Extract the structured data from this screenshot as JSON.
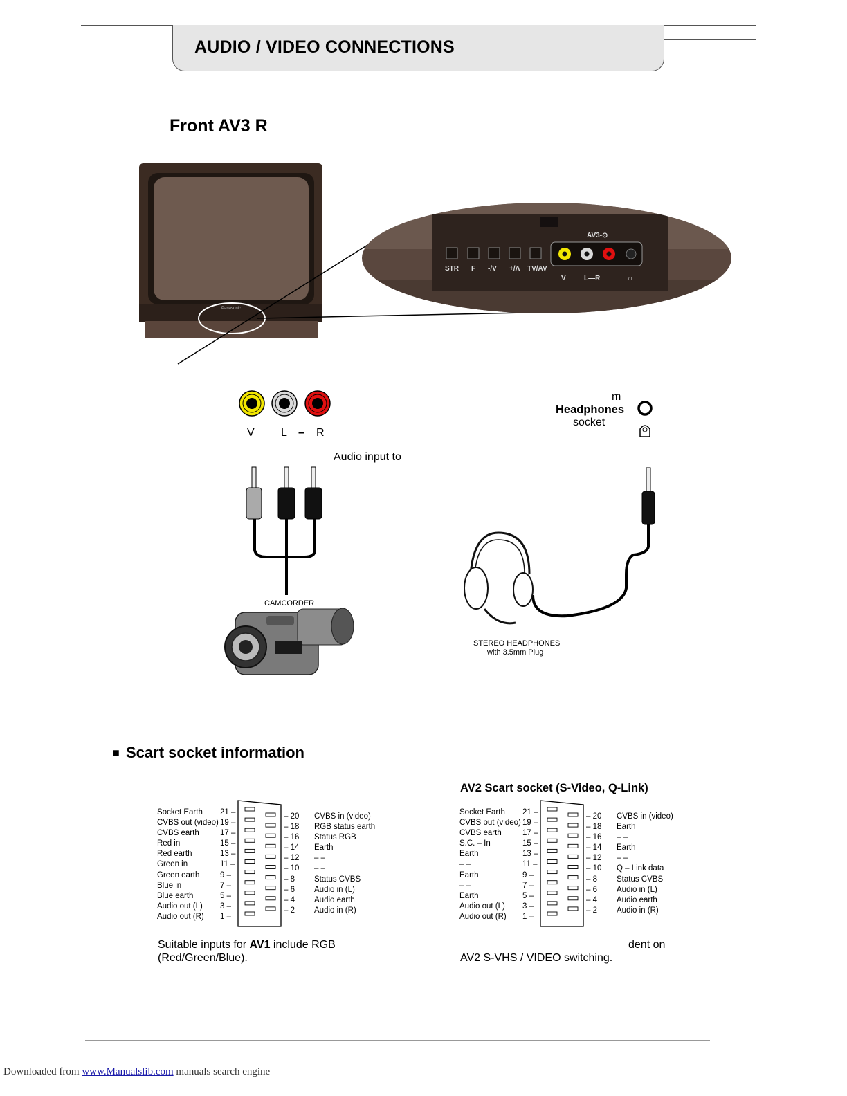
{
  "header": {
    "title": "AUDIO / VIDEO CONNECTIONS"
  },
  "front": {
    "title": "Front AV3 R",
    "panel_buttons": [
      "STR",
      "F",
      "-/V",
      "+/Λ",
      "TV/AV"
    ],
    "panel_label": "AV3-⊙",
    "panel_jacks": [
      "V",
      "L—R",
      "∩"
    ],
    "jack_labels": {
      "v": "V",
      "l": "L",
      "dash": "–",
      "r": "R"
    },
    "headphones_m": "m",
    "headphones_title": "Headphones",
    "headphones_socket": "socket",
    "audio_input": "Audio input to",
    "camcorder": "CAMCORDER",
    "stereo_headphones": "STEREO HEADPHONES",
    "plug": "with 3.5mm Plug"
  },
  "scart": {
    "title": "Scart socket information",
    "bullet": "■",
    "av1": {
      "left_labels": [
        "Socket Earth",
        "CVBS out (video)",
        "CVBS earth",
        "Red in",
        "Red earth",
        "Green in",
        "Green earth",
        "Blue in",
        "Blue earth",
        "Audio out (L)",
        "Audio out (R)"
      ],
      "left_pins": [
        "21 –",
        "19 –",
        "17 –",
        "15 –",
        "13 –",
        "11 –",
        "9 –",
        "7 –",
        "5 –",
        "3 –",
        "1 –"
      ],
      "right_pins": [
        "– 20",
        "– 18",
        "– 16",
        "– 14",
        "– 12",
        "– 10",
        "– 8",
        "– 6",
        "– 4",
        "– 2"
      ],
      "right_labels": [
        "CVBS in (video)",
        "RGB status earth",
        "Status RGB",
        "Earth",
        "– –",
        "– –",
        "Status CVBS",
        "Audio in (L)",
        "Audio earth",
        "Audio in (R)"
      ],
      "note_pre": "Suitable inputs for ",
      "note_bold": "AV1",
      "note_post": " include RGB",
      "note_line2": "(Red/Green/Blue)."
    },
    "av2": {
      "title": "AV2 Scart socket (S-Video, Q-Link)",
      "left_labels": [
        "Socket Earth",
        "CVBS out (video)",
        "CVBS earth",
        "S.C. – In",
        "Earth",
        "– –",
        "Earth",
        "– –",
        "Earth",
        "Audio out (L)",
        "Audio out (R)"
      ],
      "left_pins": [
        "21 –",
        "19 –",
        "17 –",
        "15 –",
        "13 –",
        "11 –",
        "9 –",
        "7 –",
        "5 –",
        "3 –",
        "1 –"
      ],
      "right_pins": [
        "– 20",
        "– 18",
        "– 16",
        "– 14",
        "– 12",
        "– 10",
        "– 8",
        "– 6",
        "– 4",
        "– 2"
      ],
      "right_labels": [
        "CVBS in (video)",
        "Earth",
        "– –",
        "Earth",
        "– –",
        "Q – Link data",
        "Status CVBS",
        "Audio in (L)",
        "Audio earth",
        "Audio in (R)"
      ],
      "note_line1": "dent on",
      "note_line2": "AV2 S-VHS / VIDEO switching."
    }
  },
  "footer": {
    "prefix": "Downloaded from ",
    "link": "www.Manualslib.com",
    "suffix": "  manuals search engine"
  },
  "colors": {
    "yellow": "#f2e600",
    "white": "#d9d9d9",
    "red": "#e01010",
    "header_bg": "#e6e6e6",
    "tv_body": "#3b2b22"
  }
}
